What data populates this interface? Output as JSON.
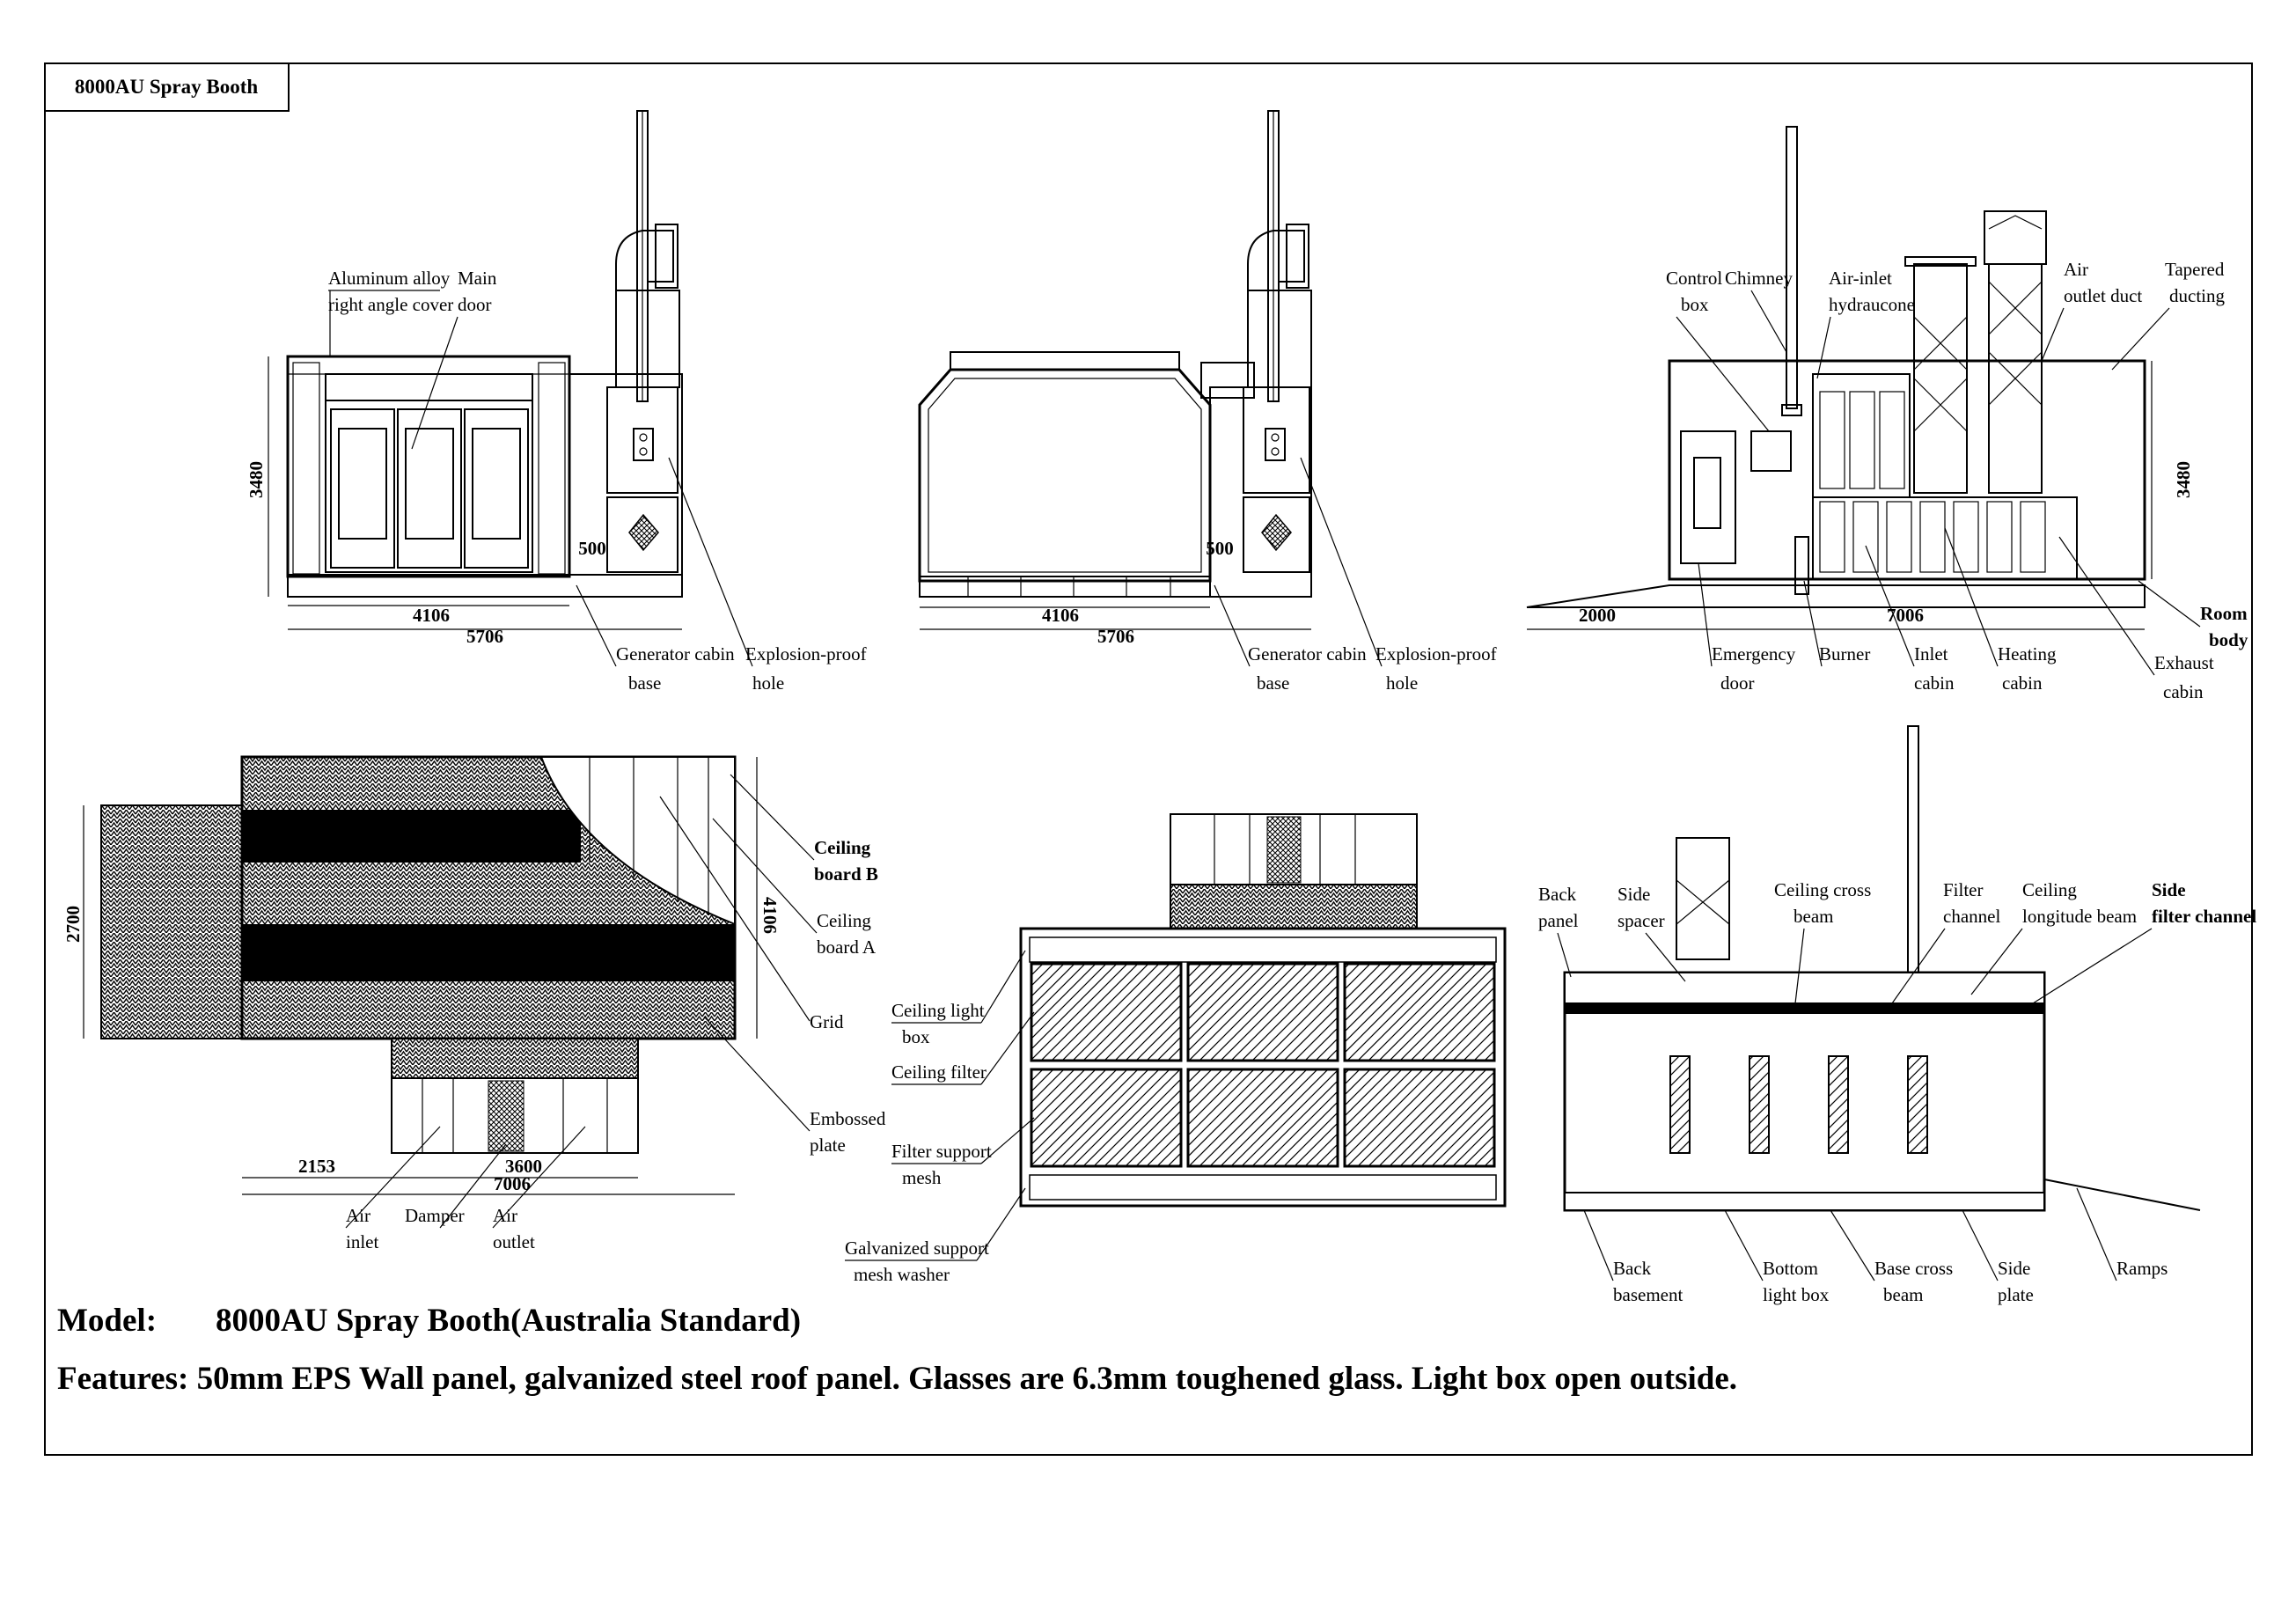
{
  "title_box": "8000AU Spray Booth",
  "views": {
    "front_left": {
      "labels": [
        "Aluminum alloy",
        "right angle cover",
        "Main",
        "door",
        "Generator cabin",
        "base",
        "Explosion-proof",
        "hole"
      ],
      "dims": [
        "3480",
        "500",
        "4106",
        "5706"
      ]
    },
    "front_right": {
      "labels": [
        "Generator cabin",
        "base",
        "Explosion-proof",
        "hole"
      ],
      "dims": [
        "500",
        "4106",
        "5706"
      ]
    },
    "side": {
      "labels": [
        "Control",
        "box",
        "Chimney",
        "Air-inlet",
        "hydraucone",
        "Air",
        "outlet duct",
        "Tapered",
        "ducting",
        "Room",
        "body",
        "Emergency",
        "door",
        "Burner",
        "Inlet",
        "cabin",
        "Heating",
        "cabin",
        "Exhaust",
        "cabin"
      ],
      "dims": [
        "3480",
        "2000",
        "7006"
      ]
    },
    "plan": {
      "labels": [
        "Ceiling",
        "board B",
        "Ceiling",
        "board A",
        "Grid",
        "Embossed",
        "plate",
        "Air",
        "inlet",
        "Damper",
        "Air",
        "outlet"
      ],
      "dims": [
        "2700",
        "4106",
        "2153",
        "3600",
        "7006"
      ]
    },
    "ceiling": {
      "labels": [
        "Ceiling light",
        "box",
        "Ceiling filter",
        "Filter support",
        "mesh",
        "Galvanized support",
        "mesh washer"
      ]
    },
    "section": {
      "labels": [
        "Back",
        "panel",
        "Side",
        "spacer",
        "Ceiling cross",
        "beam",
        "Filter",
        "channel",
        "Ceiling",
        "longitude beam",
        "Side",
        "filter channel",
        "Back",
        "basement",
        "Bottom",
        "light box",
        "Base cross",
        "beam",
        "Side",
        "plate",
        "Ramps"
      ]
    }
  },
  "model_label": "Model:",
  "model_value": "8000AU Spray Booth(Australia Standard)",
  "features": "Features: 50mm EPS Wall panel, galvanized steel roof panel. Glasses are 6.3mm toughened glass. Light box open outside."
}
